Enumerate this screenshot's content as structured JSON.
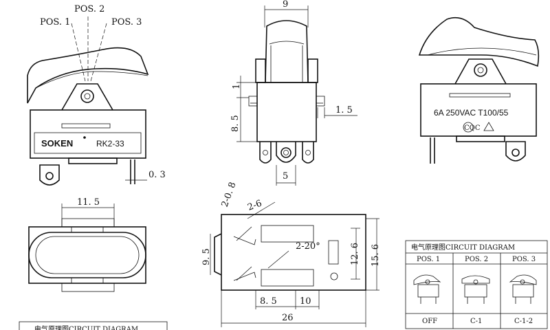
{
  "positions": {
    "pos1": "POS. 1",
    "pos2": "POS. 2",
    "pos3": "POS. 3"
  },
  "left_view": {
    "brand": "SOKEN",
    "model": "RK2-33",
    "dim_pin": "0. 3"
  },
  "front_view": {
    "dim_width": "9",
    "dim_1": "1",
    "dim_8_5": "8. 5",
    "dim_1_5": "1. 5",
    "dim_5": "5"
  },
  "right_view": {
    "rating": "6A 250VAC T100/55",
    "cqc_mark": "CQC"
  },
  "top_view": {
    "dim_width": "11. 5"
  },
  "bottom_view": {
    "dim_2_0_8": "2-0. 8",
    "dim_2_6": "2-6",
    "dim_9_5": "9. 5",
    "dim_angle": "2-20°",
    "dim_12_6": "12. 6",
    "dim_15_6": "15. 6",
    "dim_8_5": "8. 5",
    "dim_10": "10",
    "dim_26": "26"
  },
  "circuit_diagram": {
    "title": "电气原理图CIRCUIT DIAGRAM",
    "headers": [
      "POS. 1",
      "POS. 2",
      "POS. 3"
    ],
    "states": [
      "OFF",
      "C-1",
      "C-1-2"
    ]
  },
  "bottom_left_table": {
    "title": "电气原理图CIRCUIT DIAGRAM"
  }
}
